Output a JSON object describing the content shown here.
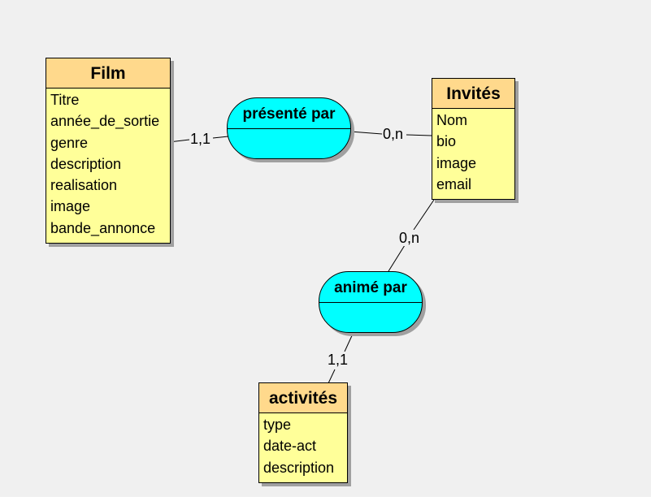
{
  "diagram": {
    "entities": {
      "film": {
        "name": "Film",
        "attributes": [
          "Titre",
          "année_de_sortie",
          "genre",
          "description",
          "realisation",
          "image",
          "bande_annonce"
        ]
      },
      "invites": {
        "name": "Invités",
        "attributes": [
          "Nom",
          "bio",
          "image",
          "email"
        ]
      },
      "activites": {
        "name": "activités",
        "attributes": [
          "type",
          "date-act",
          "description"
        ]
      }
    },
    "relations": {
      "presente_par": {
        "name": "présenté par"
      },
      "anime_par": {
        "name": "animé par"
      }
    },
    "cardinalities": {
      "film_presente": "1,1",
      "invites_presente": "0,n",
      "invites_anime": "0,n",
      "activites_anime": "1,1"
    }
  },
  "colors": {
    "entity_body": "#ffff99",
    "entity_header": "#ffd98c",
    "relation_fill": "#00ffff",
    "background": "#f0f0f0"
  }
}
